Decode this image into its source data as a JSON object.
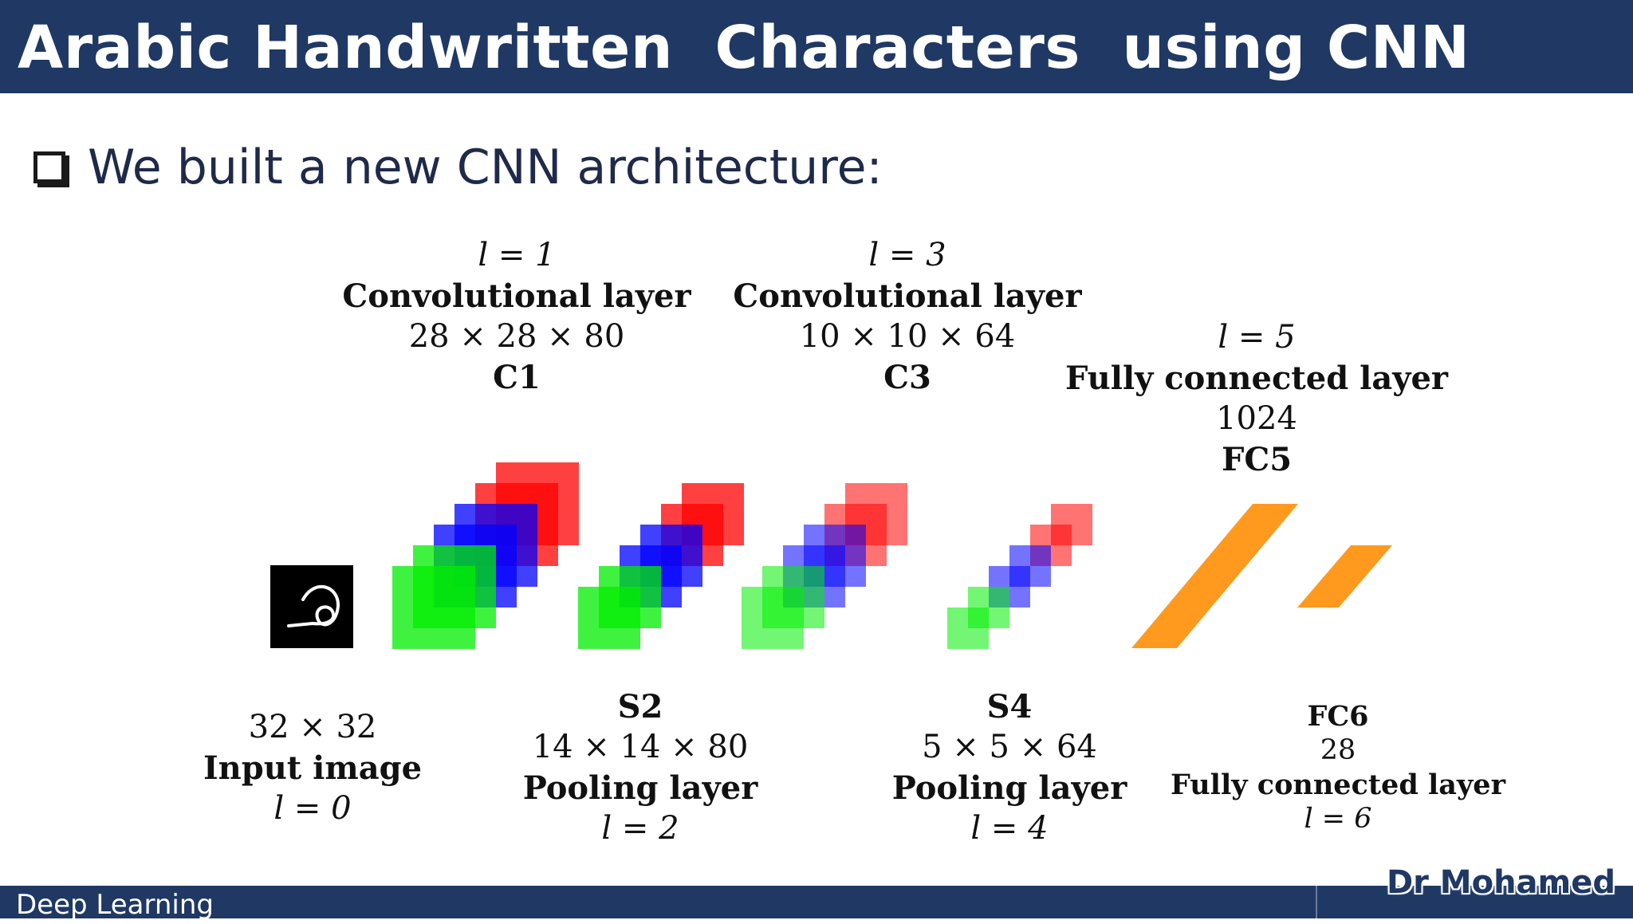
{
  "header": {
    "title": "Arabic Handwritten  Characters  using CNN"
  },
  "bullet": {
    "text": "We built a new CNN architecture:"
  },
  "layers": {
    "c1": {
      "l": "l = 1",
      "type": "Convolutional layer",
      "dims": "28 × 28 × 80",
      "name": "C1"
    },
    "c3": {
      "l": "l = 3",
      "type": "Convolutional layer",
      "dims": "10 × 10 × 64",
      "name": "C3"
    },
    "fc5": {
      "l": "l = 5",
      "type": "Fully connected layer",
      "dims": "1024",
      "name": "FC5"
    },
    "input": {
      "dims": "32 × 32",
      "type": "Input image",
      "l": "l = 0"
    },
    "s2": {
      "name": "S2",
      "dims": "14 × 14 × 80",
      "type": "Pooling layer",
      "l": "l = 2"
    },
    "s4": {
      "name": "S4",
      "dims": "5 × 5 × 64",
      "type": "Pooling layer",
      "l": "l = 4"
    },
    "fc6": {
      "name": "FC6",
      "dims": "28",
      "type": "Fully connected layer",
      "l": "l = 6"
    }
  },
  "colors": {
    "red": "#ff0000",
    "blue": "#0000ff",
    "green": "#00ee00",
    "fc": "#ff8c00",
    "bar": "#1f3864"
  },
  "footer": {
    "left": "Deep Learning",
    "right": "Dr Mohamed"
  }
}
